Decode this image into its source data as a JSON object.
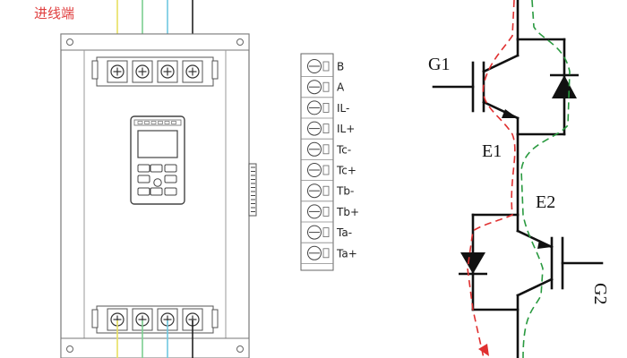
{
  "inlet_label": "进线端",
  "colors": {
    "inlet_text": "#e04040",
    "yellow_wire": "#e8e060",
    "green_wire": "#7ccf8f",
    "cyan_wire": "#6fc8e0",
    "black_wire": "#222222",
    "red_path": "#e03030",
    "green_path": "#2a9a40"
  },
  "terminal_labels": [
    "B",
    "A",
    "IL-",
    "IL+",
    "Tc-",
    "Tc+",
    "Tb-",
    "Tb+",
    "Ta-",
    "Ta+"
  ],
  "circuit": {
    "gate1": "G1",
    "emitter1": "E1",
    "emitter2": "E2",
    "gate2": "G2"
  }
}
